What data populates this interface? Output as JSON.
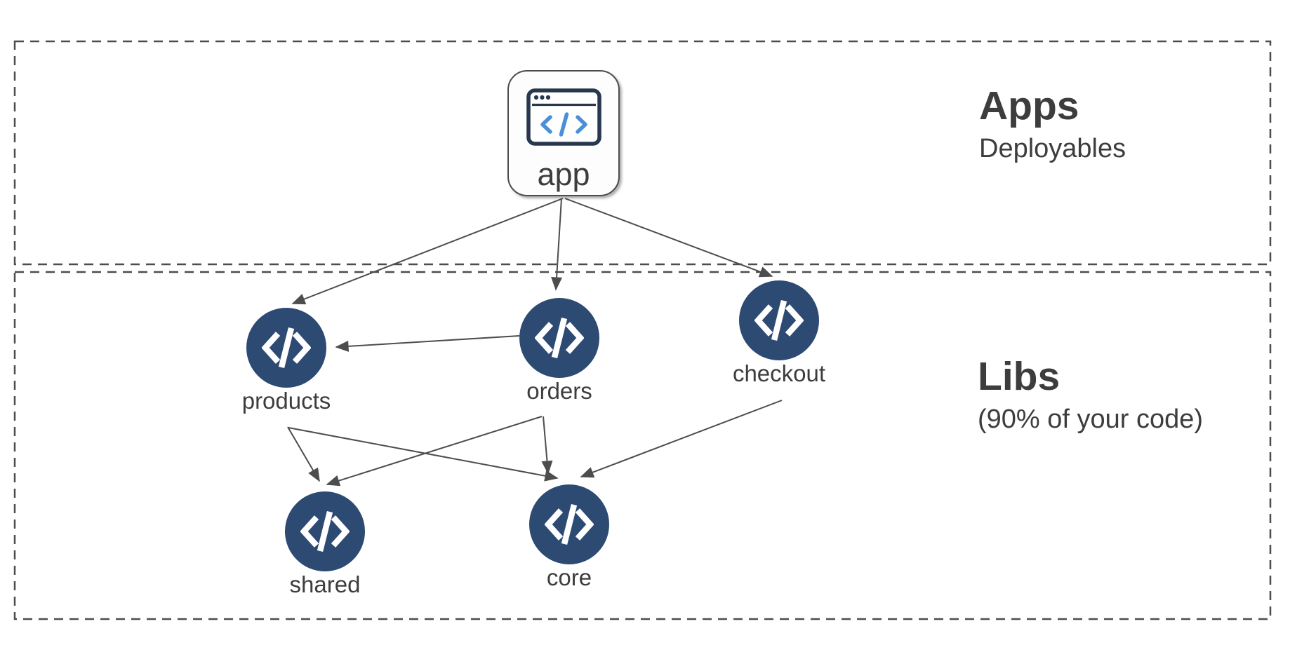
{
  "sections": {
    "apps": {
      "title": "Apps",
      "subtitle": "Deployables",
      "members": [
        "app"
      ]
    },
    "libs": {
      "title": "Libs",
      "subtitle": "(90% of your code)",
      "members": [
        "products",
        "orders",
        "checkout",
        "shared",
        "core"
      ]
    }
  },
  "nodes": {
    "app": {
      "label": "app",
      "shape": "rounded-square",
      "icon": "browser-code-icon",
      "section": "apps"
    },
    "products": {
      "label": "products",
      "shape": "circle",
      "icon": "code-icon",
      "section": "libs"
    },
    "orders": {
      "label": "orders",
      "shape": "circle",
      "icon": "code-icon",
      "section": "libs"
    },
    "checkout": {
      "label": "checkout",
      "shape": "circle",
      "icon": "code-icon",
      "section": "libs"
    },
    "shared": {
      "label": "shared",
      "shape": "circle",
      "icon": "code-icon",
      "section": "libs"
    },
    "core": {
      "label": "core",
      "shape": "circle",
      "icon": "code-icon",
      "section": "libs"
    }
  },
  "edges": [
    {
      "from": "app",
      "to": "products"
    },
    {
      "from": "app",
      "to": "orders"
    },
    {
      "from": "app",
      "to": "checkout"
    },
    {
      "from": "orders",
      "to": "products"
    },
    {
      "from": "products",
      "to": "shared"
    },
    {
      "from": "products",
      "to": "core"
    },
    {
      "from": "orders",
      "to": "shared"
    },
    {
      "from": "orders",
      "to": "core"
    },
    {
      "from": "checkout",
      "to": "core"
    }
  ],
  "colors": {
    "lib_node_fill": "#2d4a73",
    "node_glyph": "#ffffff",
    "browser_icon_stroke": "#26374e",
    "browser_code_blue": "#4a8fd8",
    "edge_stroke": "#4d4d4d",
    "dashed_border": "#4d4d4d",
    "text": "#3d3d3d",
    "background": "#ffffff"
  }
}
